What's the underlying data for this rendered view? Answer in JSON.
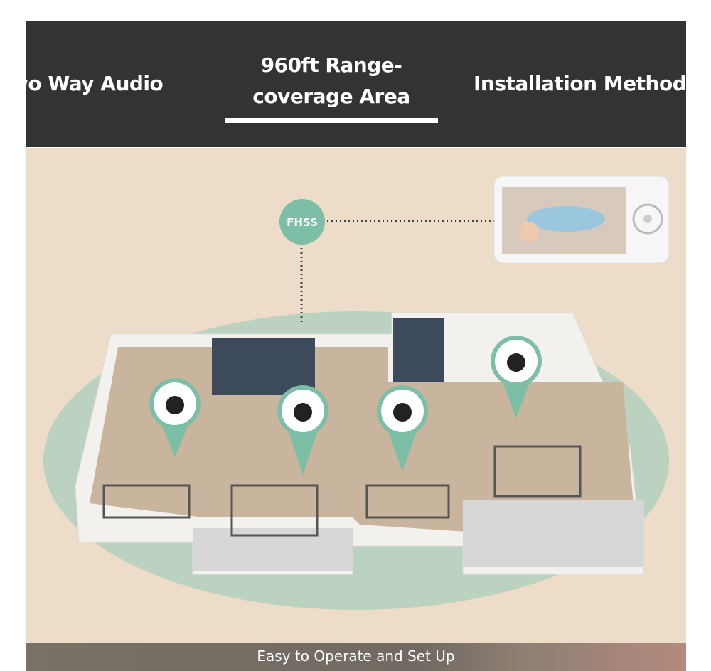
{
  "tabs": [
    {
      "label": "wo Way Audio",
      "active": false
    },
    {
      "label_line1": "960ft Range-",
      "label_line2": "coverage Area",
      "active": true
    },
    {
      "label": "Installation Method",
      "active": false
    }
  ],
  "scene": {
    "fhss_label": "FHSS",
    "colors": {
      "background": "#eddcc7",
      "coverage": "#a9cfbd",
      "accent": "#7cbfa6"
    }
  },
  "bottom_banner": {
    "label": "Easy to Operate and Set Up"
  }
}
